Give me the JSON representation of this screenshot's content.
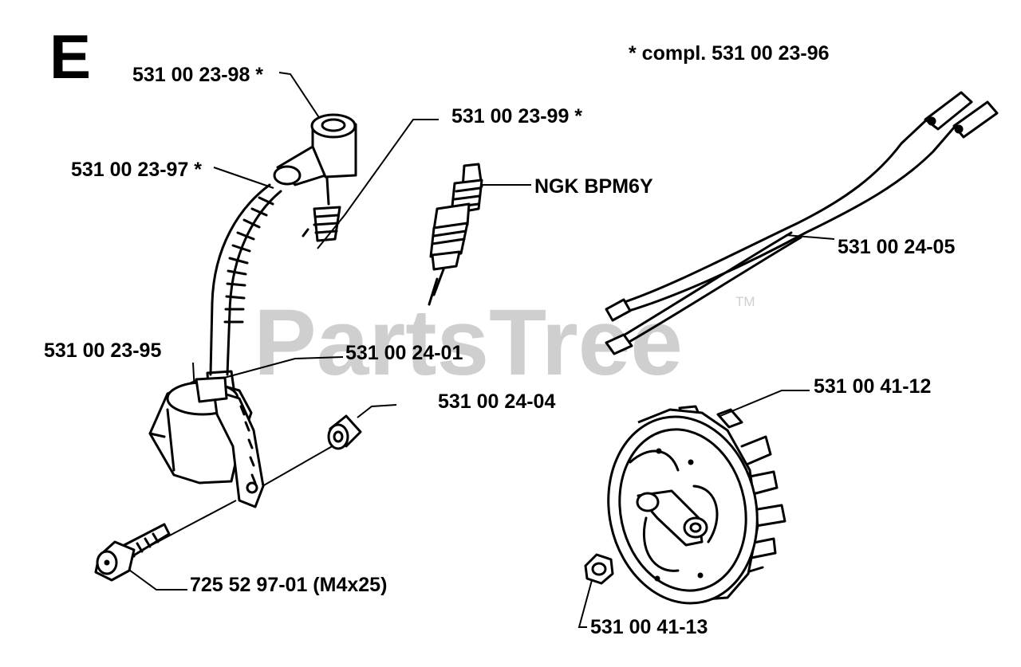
{
  "section_letter": "E",
  "watermark": {
    "text": "PartsTree",
    "trademark": "TM",
    "color": "#cfcfcf"
  },
  "note": "* compl. 531 00 23-96",
  "labels": [
    {
      "id": "531002398",
      "text": "531 00 23-98  *"
    },
    {
      "id": "531002399",
      "text": "531 00 23-99  *"
    },
    {
      "id": "531002397",
      "text": "531 00 23-97  *"
    },
    {
      "id": "ngk",
      "text": "NGK BPM6Y"
    },
    {
      "id": "531002405",
      "text": "531 00 24-05"
    },
    {
      "id": "531002395",
      "text": "531 00 23-95"
    },
    {
      "id": "531002401",
      "text": "531 00 24-01"
    },
    {
      "id": "531002404",
      "text": "531 00 24-04"
    },
    {
      "id": "531004112",
      "text": "531 00 41-12"
    },
    {
      "id": "725529701",
      "text": "725 52 97-01 (M4x25)"
    },
    {
      "id": "531004113",
      "text": "531 00 41-13"
    }
  ]
}
